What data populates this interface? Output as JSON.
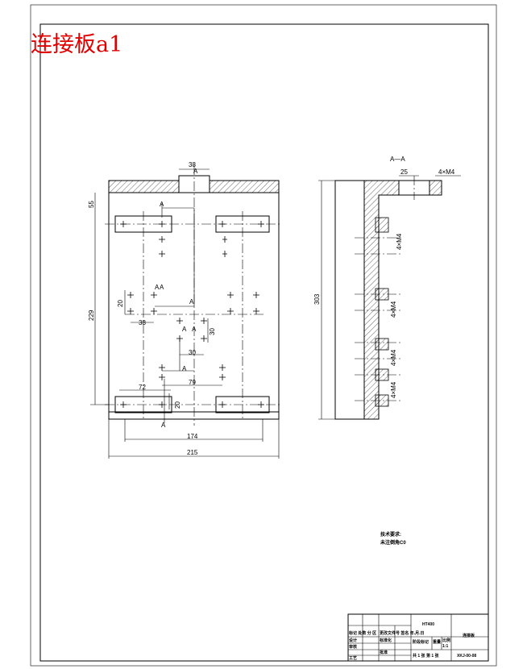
{
  "drawing_title": "连接板a1",
  "section_label": "A—A",
  "cut_letter": "A",
  "dimensions": {
    "top_width": "38",
    "top_offset": "55",
    "height_total": "229",
    "hole_pitch_v": "20",
    "hole_offset_h": "38",
    "center_v": "30",
    "center_h": "30",
    "bottom_h": "79",
    "bottom_slot_w": "72",
    "bottom_slot_h": "20",
    "hole_span": "174",
    "overall_width": "215",
    "side_height": "303",
    "side_width": "25",
    "thread_top": "4×M4",
    "thread_1": "4×M4",
    "thread_2": "4×M4",
    "thread_3": "4×M4",
    "thread_4": "4×M4"
  },
  "notes": {
    "line1": "技术要求:",
    "line2": "未注倒角C0"
  },
  "title_block": {
    "material": "HT400",
    "part_name": "连接板",
    "drawing_no": "XKJ-00-08",
    "scale": "1:1",
    "sheet": "共 1 张 第 1 张",
    "r1c1": "标记 处数 分 区",
    "r1c2": "更改文件号 签名 年.月.日",
    "r2c1": "设计",
    "r2c2": "标准化",
    "r2c3": "阶段标记",
    "r2c4": "重量",
    "r2c5": "比例",
    "r3c1": "审核",
    "r4c1": "工艺",
    "r4c2": "批准"
  }
}
